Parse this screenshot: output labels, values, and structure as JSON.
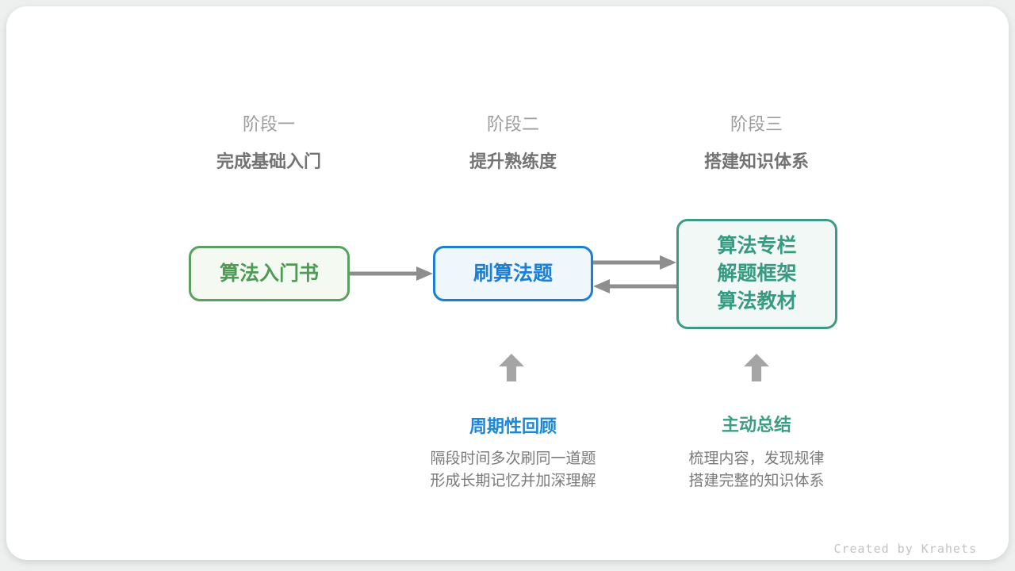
{
  "stages": [
    {
      "label": "阶段一",
      "subtitle": "完成基础入门"
    },
    {
      "label": "阶段二",
      "subtitle": "提升熟练度"
    },
    {
      "label": "阶段三",
      "subtitle": "搭建知识体系"
    }
  ],
  "nodes": [
    {
      "id": "intro-book",
      "lines": [
        "算法入门书"
      ],
      "text_color": "#4d9b55",
      "border_color": "#5ba05f",
      "bg_color": "#f4faf2"
    },
    {
      "id": "practice-problems",
      "lines": [
        "刷算法题"
      ],
      "text_color": "#1b7fd6",
      "border_color": "#1b7fd6",
      "bg_color": "#eff6fc"
    },
    {
      "id": "knowledge-resources",
      "lines": [
        "算法专栏",
        "解题框架",
        "算法教材"
      ],
      "text_color": "#379b82",
      "border_color": "#3e9b83",
      "bg_color": "#f1f8f5"
    }
  ],
  "annotations": [
    {
      "title": "周期性回顾",
      "title_color": "#1b87d8",
      "desc_line1": "隔段时间多次刷同一道题",
      "desc_line2": "形成长期记忆并加深理解"
    },
    {
      "title": "主动总结",
      "title_color": "#3c9d85",
      "desc_line1": "梳理内容，发现规律",
      "desc_line2": "搭建完整的知识体系"
    }
  ],
  "colors": {
    "arrow": "#8e8e8e",
    "up_arrow": "#a5a5a5",
    "stage_label": "#9c9c9c",
    "stage_subtitle": "#737373",
    "description_text": "#7a7a7a",
    "footer_text": "#c3c3c3",
    "card_bg": "#ffffff",
    "page_bg": "#eef0f0"
  },
  "footer": {
    "credit": "Created by Krahets"
  }
}
